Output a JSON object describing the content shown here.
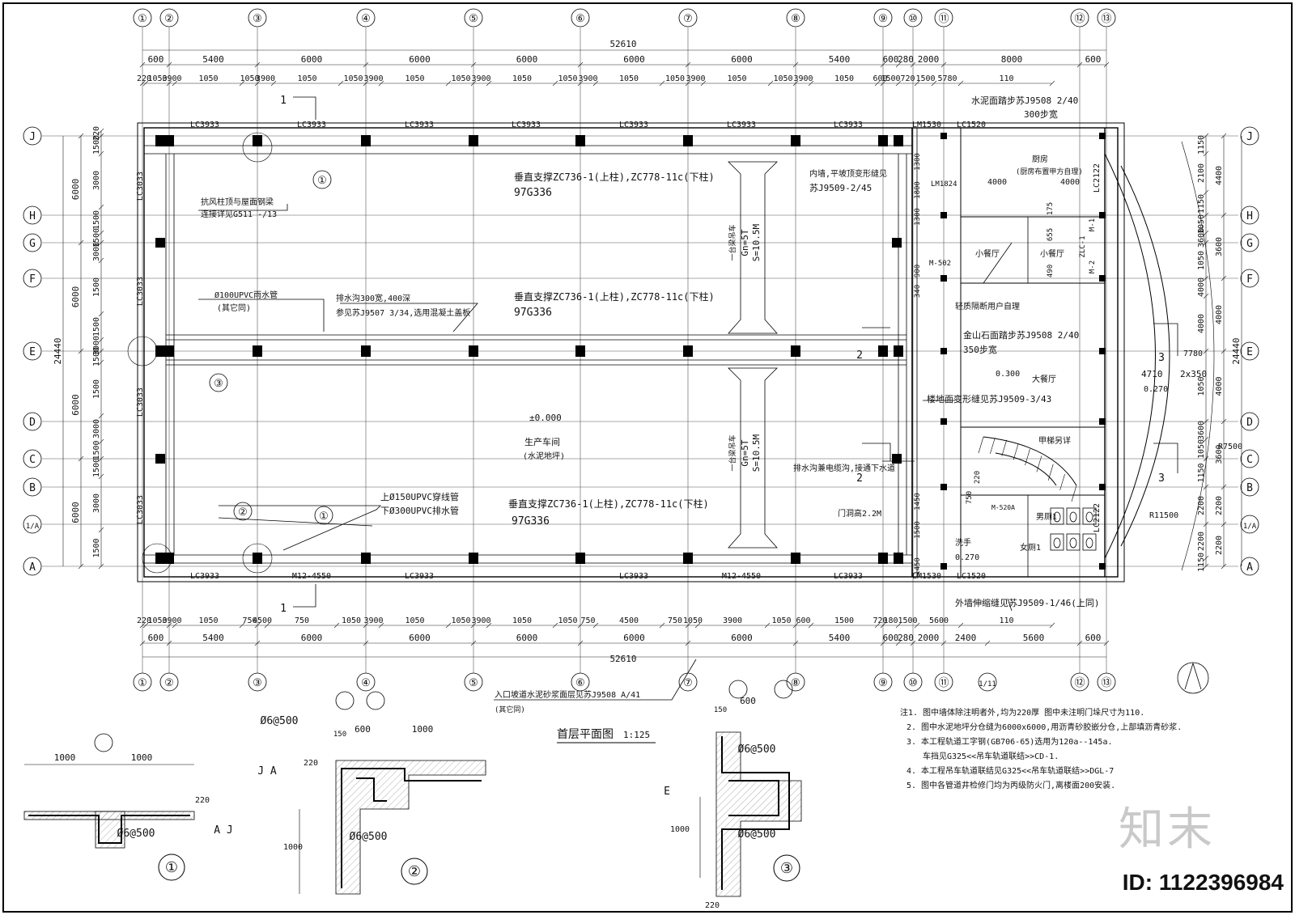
{
  "grid_top": [
    "①",
    "②",
    "③",
    "④",
    "⑤",
    "⑥",
    "⑦",
    "⑧",
    "⑨",
    "⑩",
    "⑪",
    "⑫",
    "⑬"
  ],
  "grid_bottom": [
    "①",
    "②",
    "③",
    "④",
    "⑤",
    "⑥",
    "⑦",
    "⑧",
    "⑨",
    "⑩",
    "⑪",
    "1/11",
    "⑫",
    "⑬"
  ],
  "grid_rows": [
    "J",
    "H",
    "G",
    "F",
    "E",
    "D",
    "C",
    "B",
    "1/A",
    "A"
  ],
  "overall_top": "52610",
  "overall_bottom": "52610",
  "dims_top_main": [
    "600",
    "5400",
    "6000",
    "6000",
    "6000",
    "6000",
    "6000",
    "5400",
    "600",
    "280",
    "2000",
    "8000",
    "600"
  ],
  "dims_top_sub": [
    "220",
    "1050",
    "3900",
    "1050",
    "1050",
    "3900",
    "1050",
    "1050",
    "3900",
    "1050",
    "1050",
    "3900",
    "1050",
    "1050",
    "3900",
    "1050",
    "1050",
    "3900",
    "1050",
    "1050",
    "3900",
    "1050",
    "600",
    "1500",
    "720",
    "1500",
    "5780",
    "110"
  ],
  "dims_bottom_sub": [
    "220",
    "1050",
    "3900",
    "1050",
    "750",
    "4500",
    "750",
    "1050",
    "3900",
    "1050",
    "1050",
    "3900",
    "1050",
    "1050",
    "750",
    "4500",
    "750",
    "1050",
    "3900",
    "1050",
    "600",
    "1500",
    "720",
    "180",
    "1500",
    "5600",
    "110"
  ],
  "dims_bottom_main": [
    "600",
    "5400",
    "6000",
    "6000",
    "6000",
    "6000",
    "6000",
    "5400",
    "600",
    "280",
    "2000",
    "2400",
    "5600",
    "600"
  ],
  "dims_left": [
    "220",
    "1500",
    "3000",
    "1500",
    "1500",
    "3000",
    "1500",
    "1500",
    "3000",
    "1500",
    "1500",
    "3000",
    "1500",
    "1500",
    "3000",
    "1500",
    "220"
  ],
  "dims_left_main": [
    "6000",
    "6000",
    "6000",
    "6000"
  ],
  "dim_left_total": "24440",
  "dim_right_total": "24440",
  "dims_right": [
    "1150",
    "2100",
    "1150",
    "1050",
    "3600",
    "1050",
    "4000",
    "4000",
    "1050",
    "3600",
    "1050",
    "1150",
    "2200",
    "2200",
    "1150"
  ],
  "dims_right_main": [
    "4400",
    "3600",
    "4000",
    "4000",
    "3600",
    "2200",
    "2200"
  ],
  "windows_top": [
    "LC3933",
    "LC3933",
    "LC3933",
    "LC3933",
    "LC3933",
    "LC3933",
    "LC3933",
    "LM1530",
    "LC1520"
  ],
  "windows_bottom": [
    "LC3933",
    "M12-4550",
    "LC3933",
    "LC3933",
    "M12-4550",
    "LC3933",
    "LM1530",
    "LC1520"
  ],
  "windows_left": [
    "LC3033",
    "LC3033",
    "LC3033",
    "LC3033"
  ],
  "windows_right": [
    "LC2122",
    "LC2122"
  ],
  "annotations": {
    "bracing1": "垂直支撑ZC736-1(上柱),ZC778-11c(下柱)",
    "bracing1_ref": "97G336",
    "bracing2": "垂直支撑ZC736-1(上柱),ZC778-11c(下柱)",
    "bracing2_ref": "97G336",
    "bracing3": "垂直支撑ZC736-1(上柱),ZC778-11c(下柱)",
    "bracing3_ref": "97G336",
    "wind_col": "抗风柱顶与屋面钢梁",
    "wind_col_ref": "连接详见G511 -/13",
    "rain_pipe": "Ø100UPVC雨水管",
    "rain_pipe_sub": "(其它同)",
    "drain": "排水沟300宽,400深",
    "drain_ref": "参见苏J9507 3/34,选用混凝土盖板",
    "pipe1": "上Ø150UPVC穿线管",
    "pipe2": "下Ø300UPVC排水管",
    "inner_wall": "内墙,平坡顶变形缝见",
    "inner_wall_ref": "苏J9509-2/45",
    "crane1": "一台梁吊车",
    "crane1_gn": "Gn=5T",
    "crane1_s": "S=10.5M",
    "crane2": "一台梁吊车",
    "crane2_gn": "Gn=5T",
    "crane2_s": "S=10.5M",
    "elev0": "±0.000",
    "workshop": "生产车间",
    "workshop_sub": "(水泥地坪)",
    "cable": "排水沟兼电缆沟,接通下水道",
    "door_h": "门洞高2.2M",
    "step1": "水泥面踏步苏J9508 2/40",
    "step1_w": "300步宽",
    "kitchen": "厨房",
    "kitchen_sub": "(厨房布置甲方自理)",
    "kitchen_d1": "4000",
    "kitchen_d2": "4000",
    "small_dining1": "小餐厅",
    "small_dining2": "小餐厅",
    "light_wall": "轻质隔断用户自理",
    "step2": "金山石面踏步苏J9508 2/40",
    "step2_w": "350步宽",
    "elev300": "0.300",
    "big_dining": "大餐厅",
    "elev270": "0.270",
    "dim4710": "4710",
    "dim2x350": "2x350",
    "floor_joint": "楼地面变形缝见苏J9509-3/43",
    "stair": "甲梯另详",
    "male_wc": "男厕1",
    "female_wc": "女厕1",
    "wash": "洗手",
    "elev270b": "0.270",
    "ext_joint": "外墙伸缩缝见苏J9509-1/46(上同)",
    "entrance": "入口坡道水泥砂浆面层见苏J9508 A/41",
    "entrance_sub": "(其它同)",
    "r7500": "R7500",
    "r11500": "R11500",
    "m502": "M-502",
    "m1": "M-1",
    "m2": "M-2",
    "zlc1": "ZLC-1",
    "lm1824": "LM1824",
    "m520a": "M-520A",
    "d750": "750",
    "d220": "220",
    "d1450": "1450",
    "d1500": "1500",
    "d1300": "1300",
    "d1800": "1800",
    "d655": "655",
    "d175": "175",
    "d340": "340",
    "d900": "900",
    "d490": "490",
    "d7780": "7780"
  },
  "title": "首层平面图",
  "scale": "1:125",
  "notes": [
    "注1. 图中墙体除注明者外,均为220厚 图中未注明门垛尺寸为110.",
    "2. 图中水泥地坪分仓缝为6000x6000,用沥青砂胶嵌分仓,上部填沥青砂浆.",
    "3. 本工程轨道工字钢(GB706-65)选用为120a--145a.",
    "车挡见G325<<吊车轨道联结>>CD-1.",
    "4. 本工程吊车轨道联结见G325<<吊车轨道联结>>DGL-7",
    "5. 图中各管道井检修门均为丙级防火门,离楼面200安装."
  ],
  "details": {
    "d1_label": "①",
    "d1_dims": [
      "1000",
      "1000"
    ],
    "d1_rebar": "Ø6@500",
    "d1_axes": "A J",
    "d1_220": "220",
    "d2_label": "②",
    "d2_dims": [
      "600",
      "1000"
    ],
    "d2_rebar1": "Ø6@500",
    "d2_rebar2": "Ø6@500",
    "d2_axes": "J A",
    "d2_220": "220",
    "d2_150": "150",
    "d2_1000": "1000",
    "d3_label": "③",
    "d3_dim": "600",
    "d3_150": "150",
    "d3_rebar1": "Ø6@500",
    "d3_rebar2": "Ø6@500",
    "d3_axis": "E",
    "d3_1000": "1000",
    "d3_220": "220"
  },
  "section_marks": [
    "1",
    "1",
    "2",
    "2",
    "3",
    "3"
  ],
  "detail_refs": [
    "①",
    "①",
    "②",
    "③"
  ],
  "watermark": "知末",
  "id_label": "ID: 1122396984"
}
